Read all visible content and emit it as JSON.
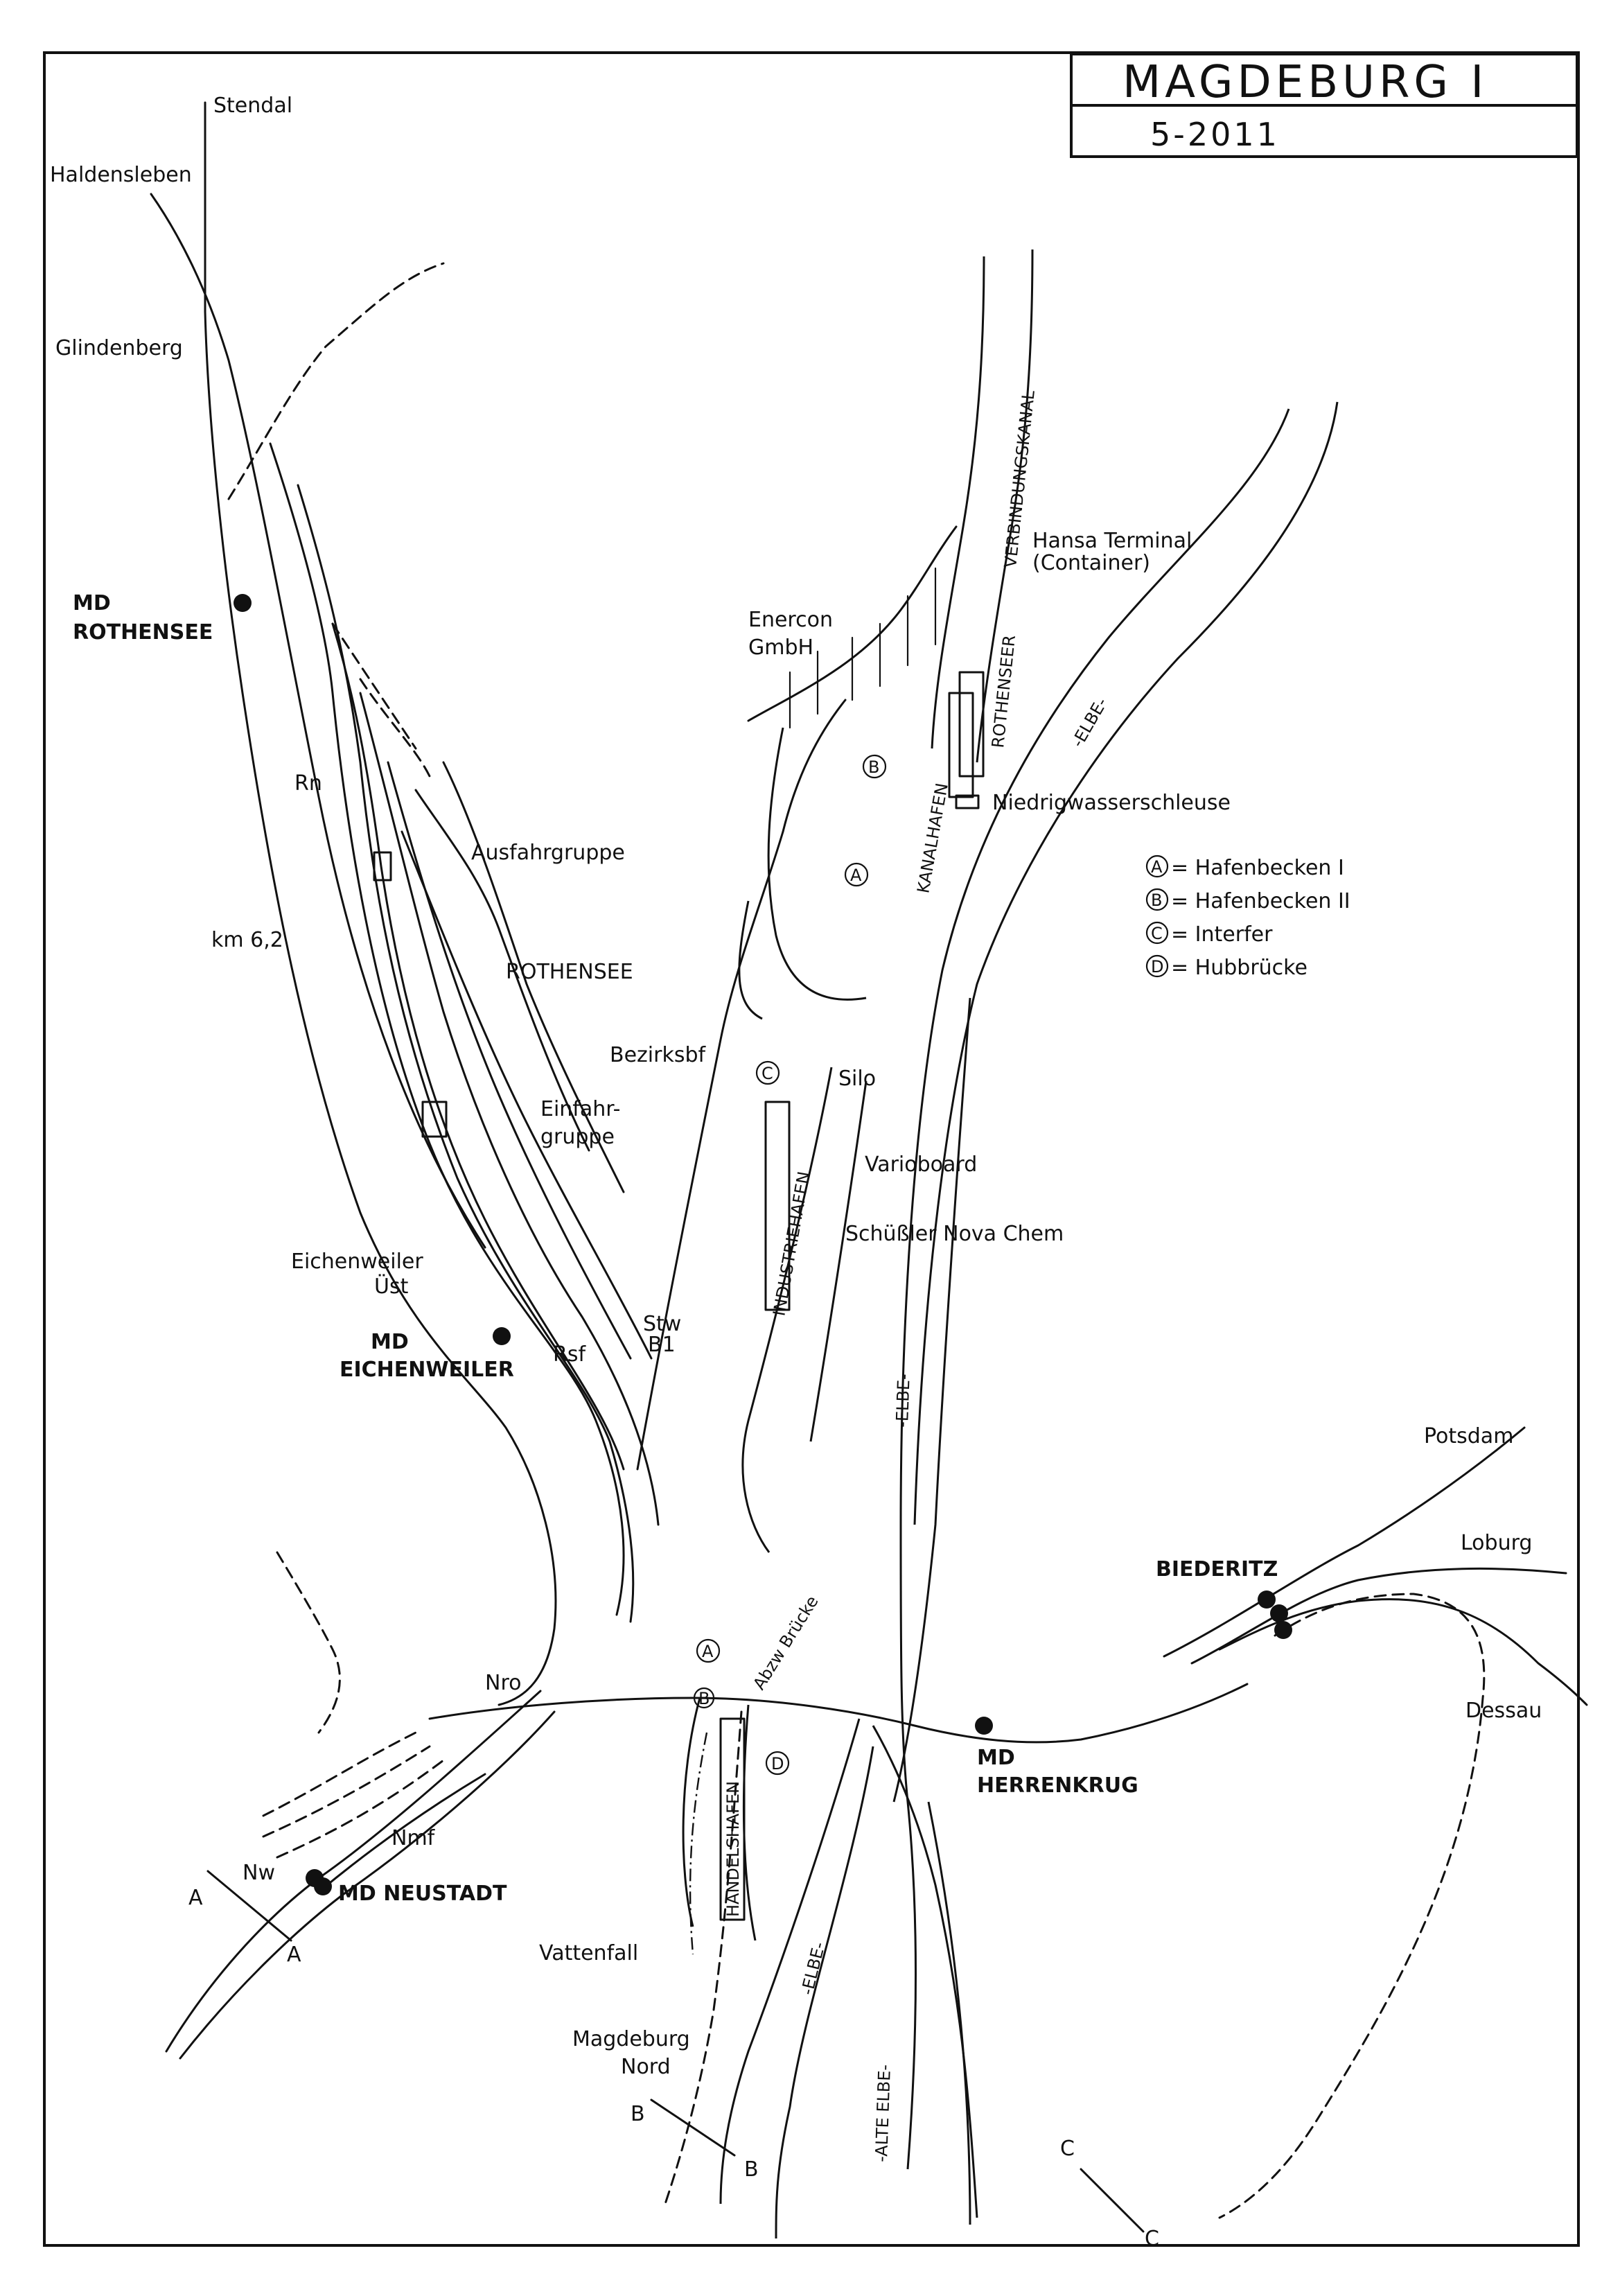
{
  "title": {
    "name": "MAGDEBURG I",
    "date": "5-2011"
  },
  "legend": [
    {
      "key": "A",
      "text": "= Hafenbecken I"
    },
    {
      "key": "B",
      "text": "= Hafenbecken II"
    },
    {
      "key": "C",
      "text": "= Interfer"
    },
    {
      "key": "D",
      "text": "= Hubbrücke"
    }
  ],
  "destinations": {
    "stendal": "Stendal",
    "haldensleben": "Haldensleben",
    "potsdam": "Potsdam",
    "loburg": "Loburg",
    "dessau": "Dessau"
  },
  "stations": {
    "rothensee_line1": "MD",
    "rothensee_line2": "ROTHENSEE",
    "eichenweiler_line1": "MD",
    "eichenweiler_line2": "EICHENWEILER",
    "neustadt": "MD NEUSTADT",
    "herrenkrug_line1": "MD",
    "herrenkrug_line2": "HERRENKRUG",
    "biederitz": "BIEDERITZ",
    "magdeburg_nord_line1": "Magdeburg",
    "magdeburg_nord_line2": "Nord"
  },
  "labels": {
    "glindenberg": "Glindenberg",
    "rn": "Rn",
    "ausfahrgruppe": "Ausfahrgruppe",
    "rothensee_yard": "ROTHENSEE",
    "km": "km 6,2",
    "einfahr1": "Einfahr-",
    "einfahr2": "gruppe",
    "eichenweiler_ust1": "Eichenweiler",
    "eichenweiler_ust2": "Üst",
    "rsf": "Rsf",
    "stw1": "Stw",
    "stw2": "B1",
    "bezirksbf": "Bezirksbf",
    "silo": "Silo",
    "varioboard": "Varioboard",
    "schuessler": "Schüßler Nova Chem",
    "enercon1": "Enercon",
    "enercon2": "GmbH",
    "hansa1": "Hansa Terminal",
    "hansa2": "(Container)",
    "niedrigwasser": "Niedrigwasserschleuse",
    "verbindungskanal": "VERBINDUNGSKANAL",
    "rothenseer": "ROTHENSEER",
    "kanalhafen": "KANALHAFEN",
    "industriehafen": "INDUSTRIEHAFEN",
    "handelshafen": "HANDELSHAFEN",
    "elbe1": "-ELBE-",
    "elbe2": "-ELBE-",
    "elbe3": "-ELBE-",
    "alte_elbe": "-ALTE ELBE-",
    "abzw_bruecke": "Abzw Brücke",
    "nro": "Nro",
    "nmf": "Nmf",
    "nw": "Nw",
    "vattenfall": "Vattenfall",
    "cut_a1": "A",
    "cut_a2": "A",
    "cut_b1": "B",
    "cut_b2": "B",
    "cut_c1": "C",
    "cut_c2": "C",
    "marker_a1": "A",
    "marker_a2": "A",
    "marker_b": "B",
    "marker_c": "C",
    "marker_d": "D",
    "marker_b_small": "B",
    "marker_d_small": "D"
  }
}
